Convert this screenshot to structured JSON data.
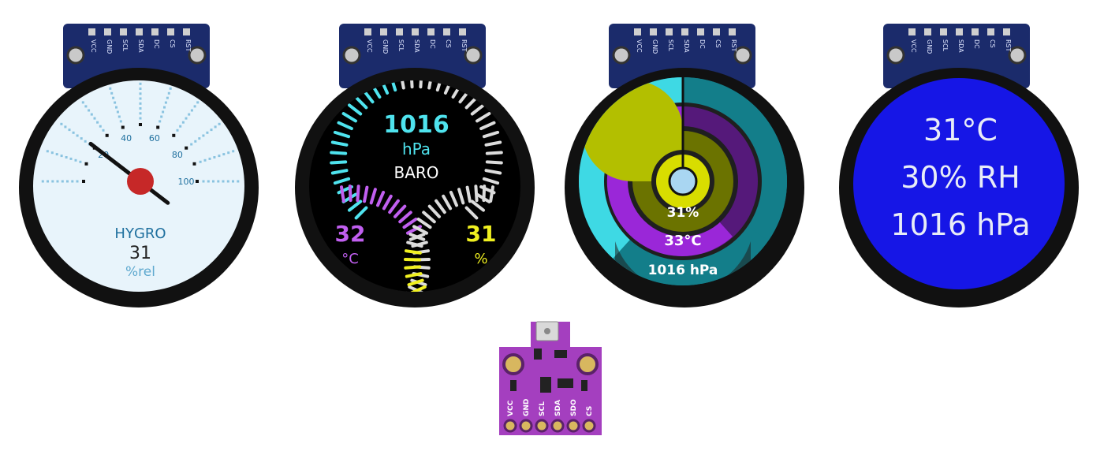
{
  "display_pins": [
    "VCC",
    "GND",
    "SCL",
    "SDA",
    "DC",
    "CS",
    "RST"
  ],
  "display1": {
    "scale_labels": [
      "20",
      "40",
      "60",
      "80",
      "100"
    ],
    "title": "HYGRO",
    "value": "31",
    "unit": "%rel",
    "needle_value": 31,
    "colors": {
      "face": "#e8f4fb",
      "ticks": "#8ac3e0",
      "text": "#1e6f9e",
      "needle": "#111111",
      "hub": "#c62828"
    }
  },
  "display2": {
    "top_value": "1016",
    "top_unit": "hPa",
    "top_label": "BARO",
    "left_value": "32",
    "left_unit": "°C",
    "right_value": "31",
    "right_unit": "%",
    "colors": {
      "top": "#4fe3ee",
      "left": "#c15ff0",
      "right": "#f0f020",
      "idle": "#dcdcdc"
    }
  },
  "display3": {
    "humidity": "31%",
    "temperature": "33°C",
    "pressure": "1016 hPa",
    "colors": {
      "outer": "#3ed9e4",
      "ring2": "#9a27d8",
      "ring3": "#b3bf00",
      "center": "#a9d6f2",
      "dark": "#1f1f1f"
    }
  },
  "display4": {
    "lines": [
      "31°C",
      "30% RH",
      "1016 hPa"
    ],
    "colors": {
      "bg": "#1616e6",
      "text": "#e8ecf7"
    }
  },
  "sensor_board": {
    "pins": [
      "VCC",
      "GND",
      "SCL",
      "SDA",
      "SDO",
      "CS"
    ],
    "colors": {
      "board": "#a43fbf",
      "pad": "#d8b75f"
    }
  }
}
